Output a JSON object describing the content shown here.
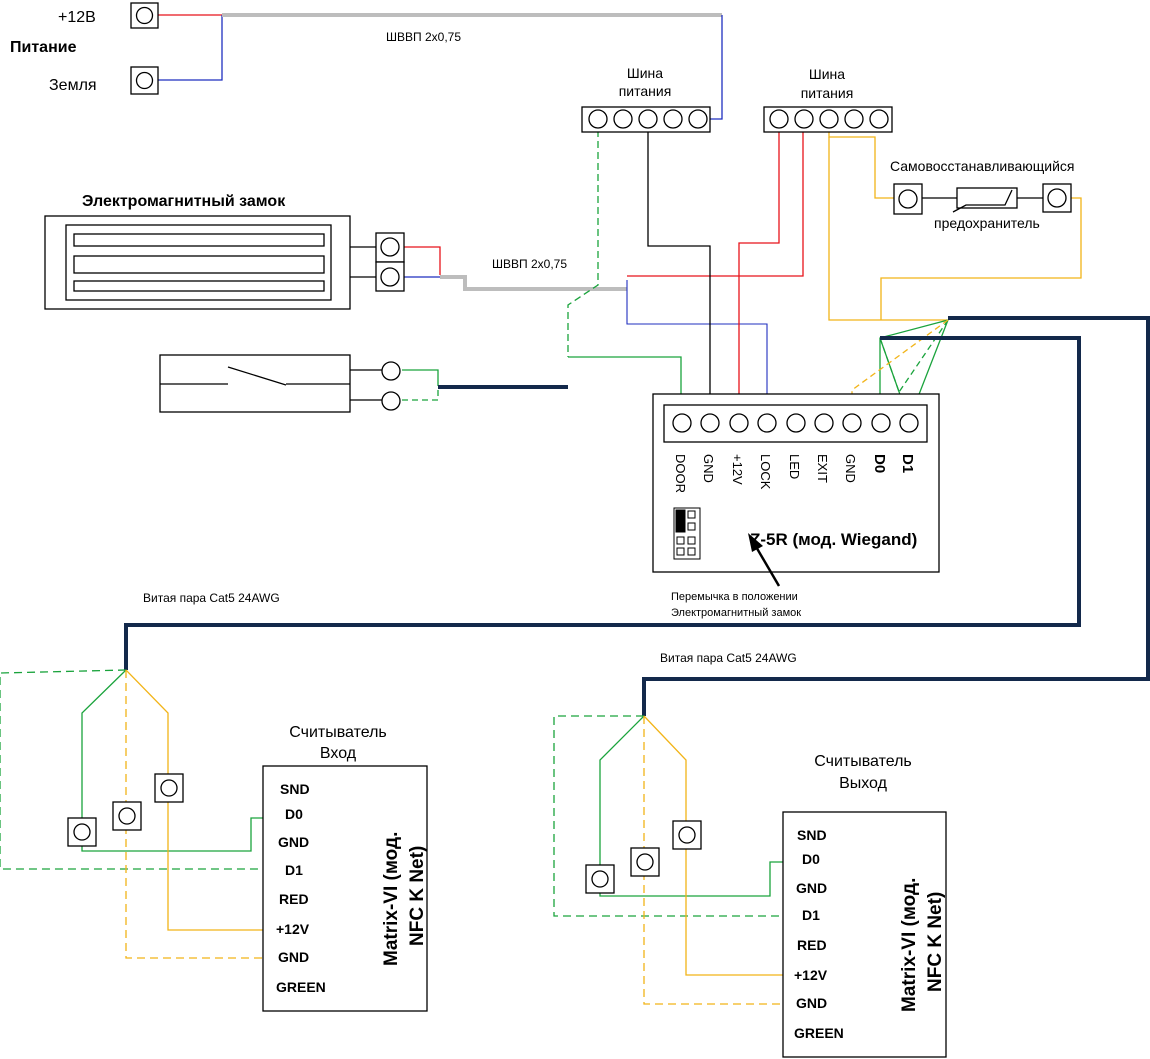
{
  "power": {
    "plus12_label": "+12В",
    "title": "Питание",
    "ground_label": "Земля"
  },
  "cable_labels": {
    "top_cable": "ШВВП 2х0,75",
    "lock_cable": "ШВВП 2х0,75",
    "twisted_pair_1": "Витая пара Cat5 24AWG",
    "twisted_pair_2": "Витая пара Cat5 24AWG"
  },
  "bus_left": {
    "line1": "Шина",
    "line2": "питания"
  },
  "bus_right": {
    "line1": "Шина",
    "line2": "питания"
  },
  "fuse": {
    "line1": "Самовосстанавливающийся",
    "line2": "предохранитель"
  },
  "lock": {
    "title": "Электромагнитный замок"
  },
  "controller": {
    "terminals": [
      "DOOR",
      "GND",
      "+12V",
      "LOCK",
      "LED",
      "EXIT",
      "GND",
      "D0",
      "D1"
    ],
    "title": "Z-5R (мод. Wiegand)",
    "jumper_note_line1": "Перемычка в положении",
    "jumper_note_line2": "Электромагнитный замок"
  },
  "reader_in": {
    "caption_line1": "Считыватель",
    "caption_line2": "Вход",
    "pins": [
      "SND",
      "D0",
      "GND",
      "D1",
      "RED",
      "+12V",
      "GND",
      "GREEN"
    ],
    "model_line1": "Matrix-VI (мод.",
    "model_line2": "NFC K Net)"
  },
  "reader_out": {
    "caption_line1": "Считыватель",
    "caption_line2": "Выход",
    "pins": [
      "SND",
      "D0",
      "GND",
      "D1",
      "RED",
      "+12V",
      "GND",
      "GREEN"
    ],
    "model_line1": "Matrix-VI (мод.",
    "model_line2": "NFC K Net)"
  },
  "colors": {
    "red": "#e8131a",
    "blue": "#1f2fbf",
    "green": "#1aa33c",
    "yellow": "#f2b418",
    "gray": "#bdbdbd",
    "navy": "#13294b"
  }
}
